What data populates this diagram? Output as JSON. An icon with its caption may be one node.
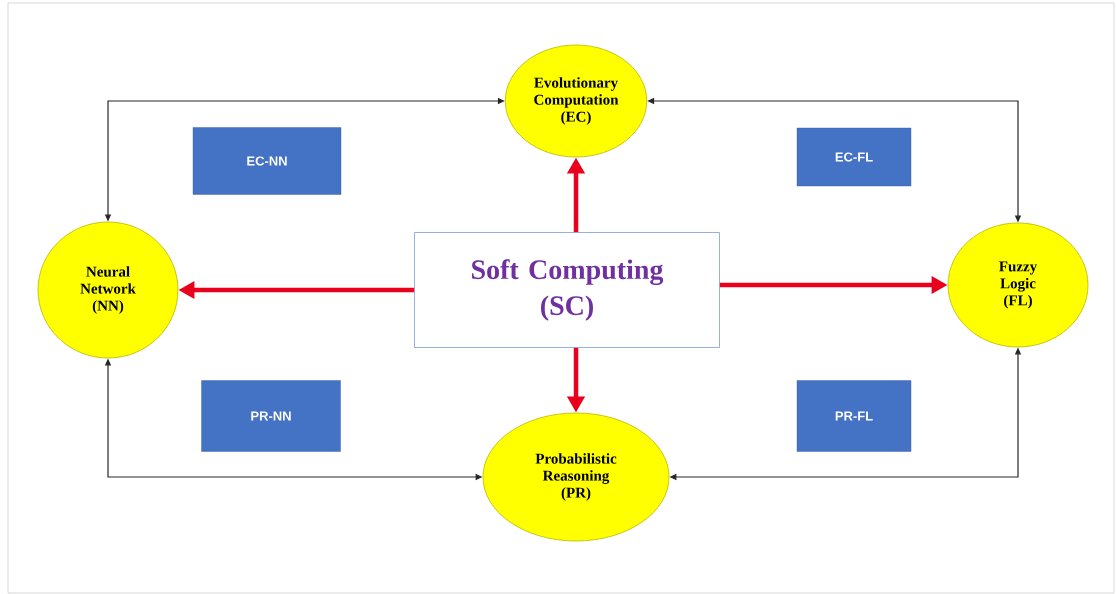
{
  "diagram": {
    "nodes": [
      {
        "text": [
          "Evolutionary Computation (EC)"
        ]
      },
      {
        "text": [
          "EC-NN"
        ]
      },
      {
        "text": [
          "EC-FL"
        ]
      },
      {
        "text": [
          "Neural Network (NN)"
        ]
      },
      {
        "text": [
          "Soft Computing (SC)"
        ]
      },
      {
        "text": [
          "Fuzzy Logic (FL)"
        ]
      },
      {
        "text": [
          "PR-NN"
        ]
      },
      {
        "text": [
          "PR-FL"
        ]
      },
      {
        "text": [
          "Probabilistic Reasoning (PR)"
        ]
      }
    ],
    "edges": [
      {
        "from": 4,
        "to": 0,
        "arrow": "to",
        "style": "thick",
        "color": "#e8001c"
      },
      {
        "from": 4,
        "to": 3,
        "arrow": "to",
        "style": "thick",
        "color": "#e8001c"
      },
      {
        "from": 4,
        "to": 5,
        "arrow": "to",
        "style": "thick",
        "color": "#e8001c"
      },
      {
        "from": 4,
        "to": 8,
        "arrow": "to",
        "style": "thick",
        "color": "#e8001c"
      },
      {
        "from": 3,
        "to": 0,
        "arrow": "both",
        "color": "#262626"
      },
      {
        "from": 0,
        "to": 5,
        "arrow": "both",
        "color": "#262626"
      },
      {
        "from": 3,
        "to": 8,
        "arrow": "both",
        "color": "#262626"
      },
      {
        "from": 8,
        "to": 5,
        "arrow": "both",
        "color": "#262626"
      }
    ]
  }
}
